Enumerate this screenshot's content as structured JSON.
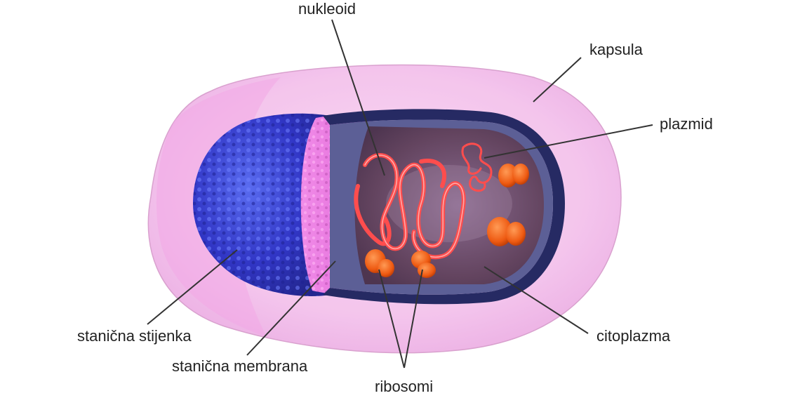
{
  "labels": {
    "nucleoid": "nukleoid",
    "capsule": "kapsula",
    "plasmid": "plazmid",
    "cytoplasm": "citoplazma",
    "cell_wall": "stanična stijenka",
    "cell_membrane": "stanična membrana",
    "ribosomes": "ribosomi"
  },
  "colors": {
    "capsule": "#f6c8ee",
    "cell_wall": "#3b3fd8",
    "membrane": "#e77be0",
    "cytoplasm": "#6a4a73",
    "dna": "#ff4a4a",
    "ribosome": "#f05a10"
  }
}
